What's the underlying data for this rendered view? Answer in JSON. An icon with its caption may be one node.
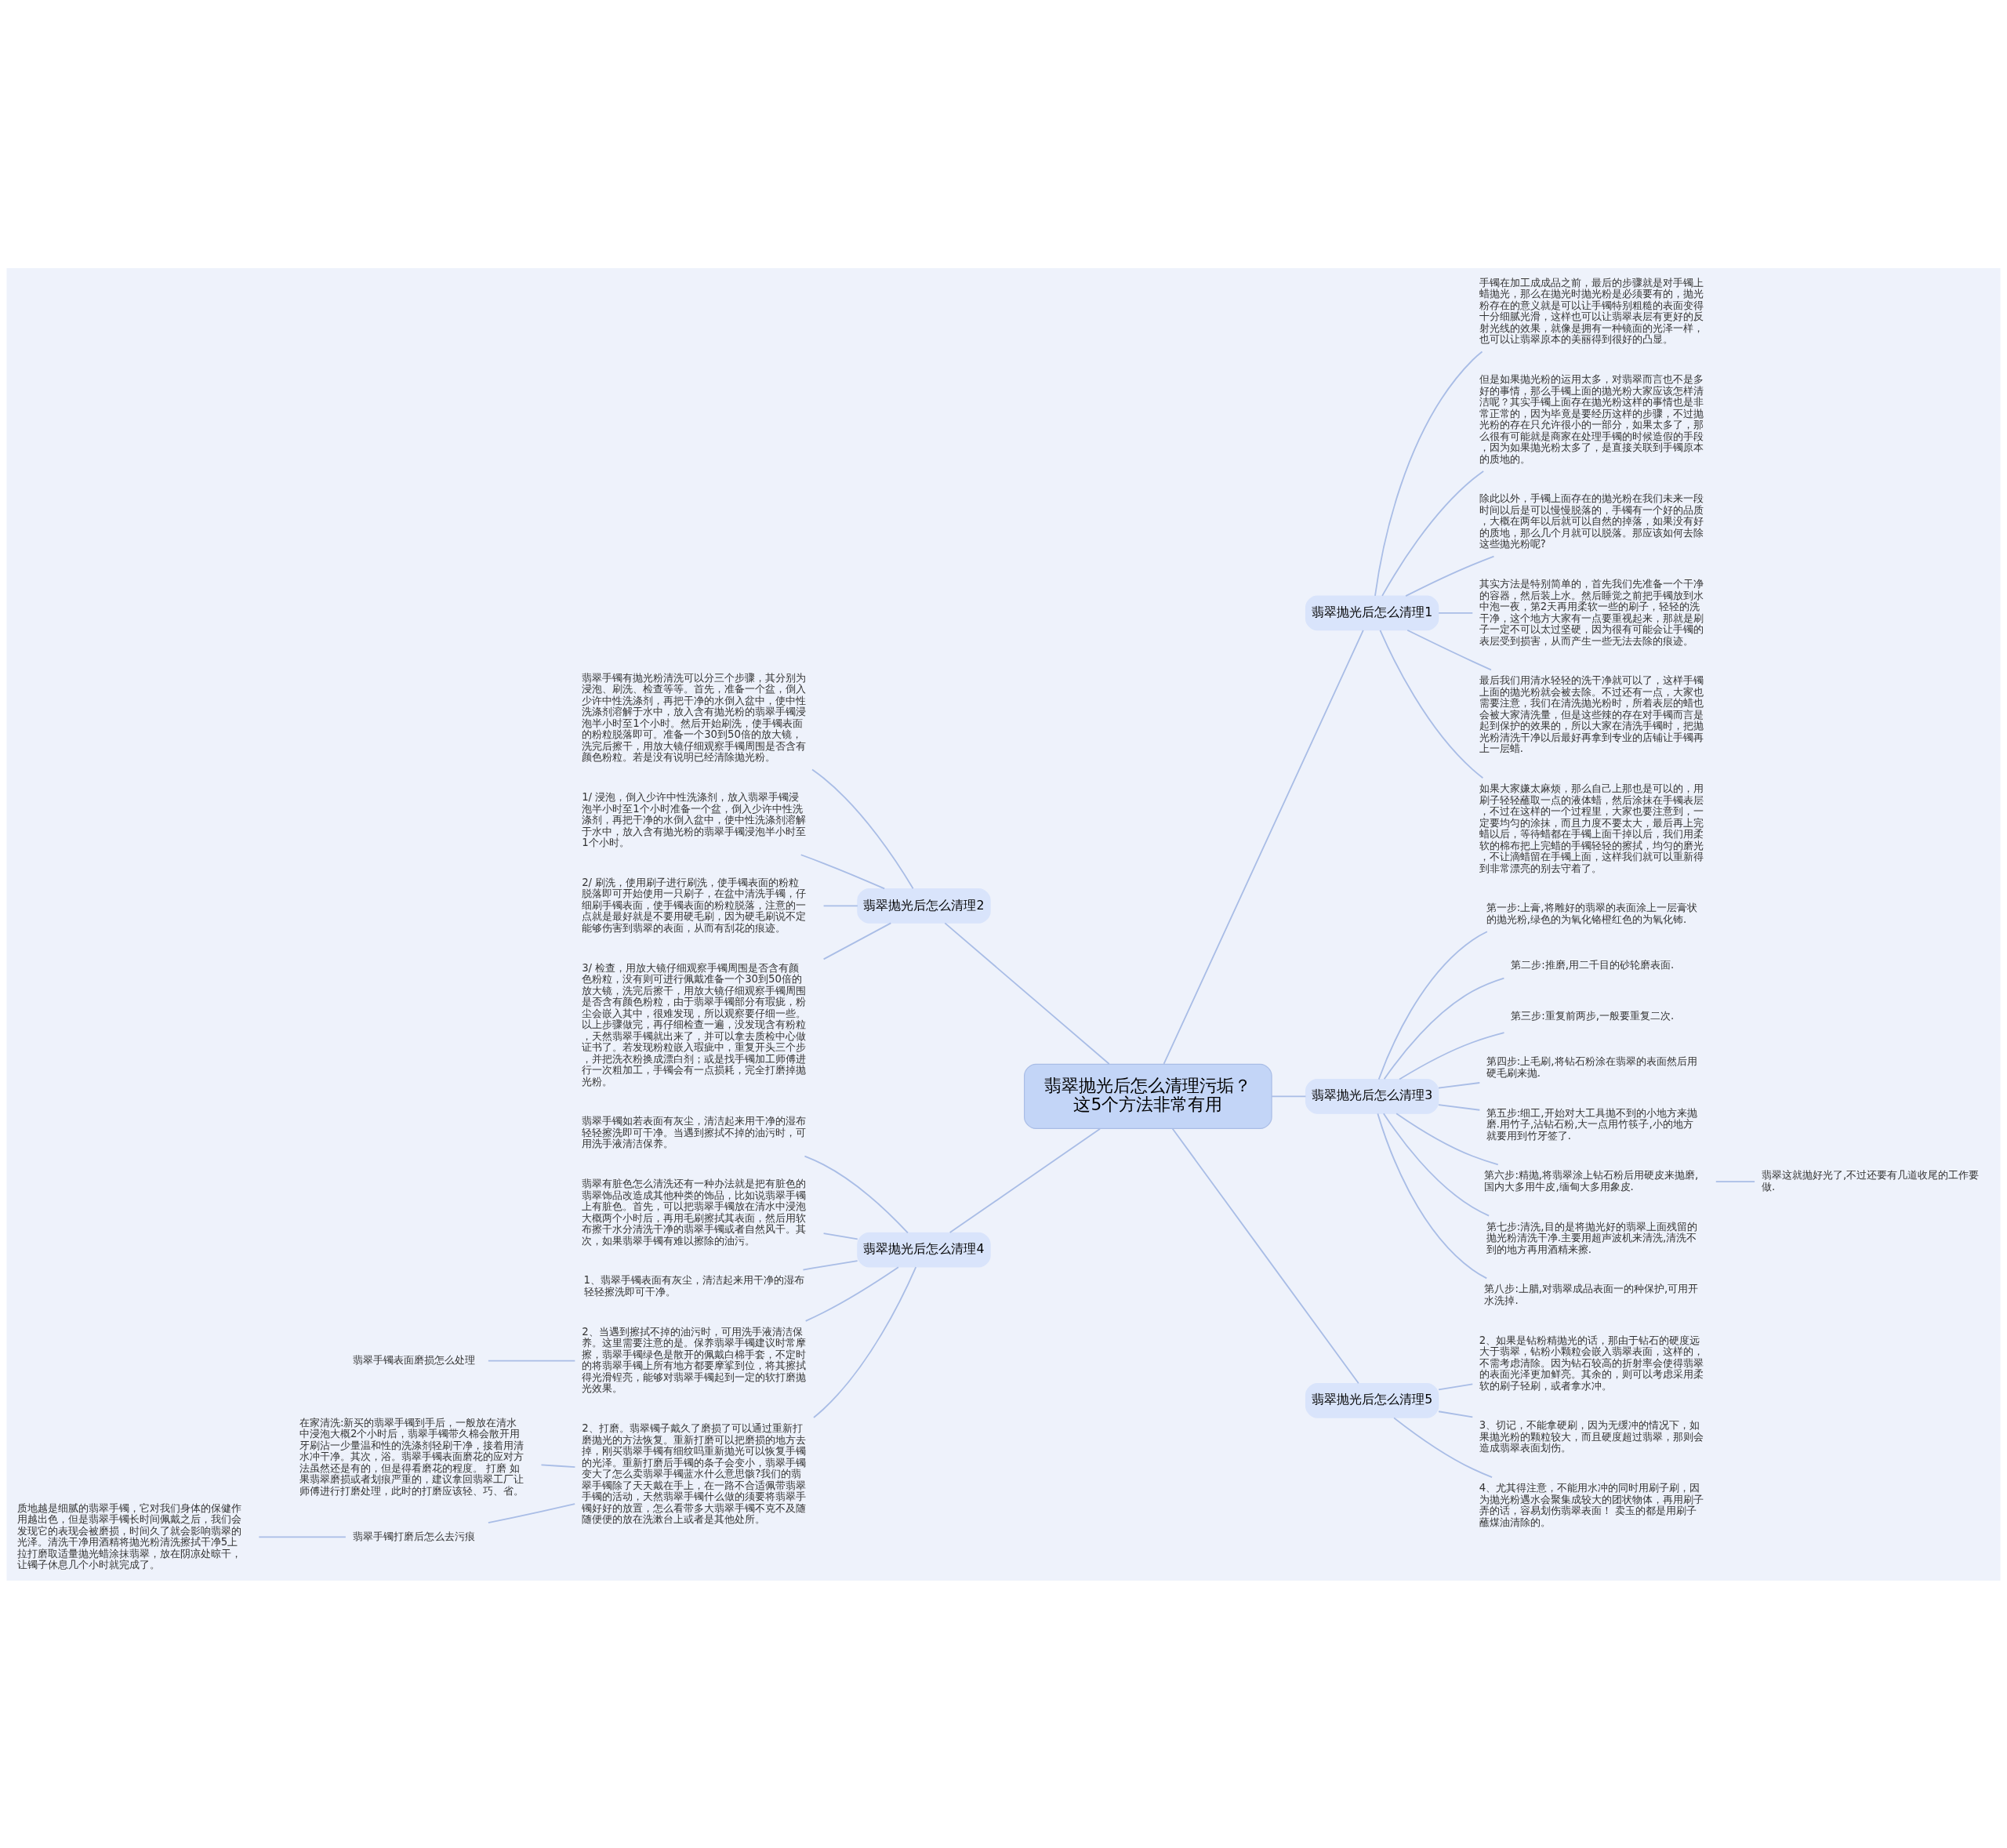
{
  "diagram": {
    "nodes": [
      {
        "text": [
          "翡翠抛光后怎么清理污垢？这5个方法非常有用"
        ]
      },
      {
        "text": [
          "翡翠抛光后怎么清理1"
        ]
      },
      {
        "text": [
          "手镯在加工成成品之前，最后的步骤就是对手镯上蜡抛光，那么在抛光时抛光粉是必须要有的，抛光粉存在的意义就是可以让手镯特别粗糙的表面变得十分细腻光滑，这样也可以让翡翠表层有更好的反射光线的效果，就像是拥有一种镜面的光泽一样，也可以让翡翠原本的美丽得到很好的凸显。"
        ]
      },
      {
        "text": [
          "但是如果抛光粉的运用太多，对翡翠而言也不是多好的事情，那么手镯上面的抛光粉大家应该怎样清洁呢？其实手镯上面存在抛光粉这样的事情也是非常正常的，因为毕竟是要经历这样的步骤，不过抛光粉的存在只允许很小的一部分，如果太多了，那么很有可能就是商家在处理手镯的时候造假的手段，因为如果抛光粉太多了，是直接关联到手镯原本的质地的。"
        ]
      },
      {
        "text": [
          "除此以外，手镯上面存在的抛光粉在我们未来一段时间以后是可以慢慢脱落的，手镯有一个好的品质，大概在两年以后就可以自然的掉落，如果没有好的质地，那么几个月就可以脱落。那应该如何去除这些抛光粉呢?"
        ]
      },
      {
        "text": [
          "其实方法是特别简单的，首先我们先准备一个干净的容器，然后装上水。然后睡觉之前把手镯放到水中泡一夜，第2天再用柔软一些的刷子，轻轻的洗干净，这个地方大家有一点要重视起来，那就是刷子一定不可以太过坚硬，因为很有可能会让手镯的表层受到损害，从而产生一些无法去除的痕迹。"
        ]
      },
      {
        "text": [
          "最后我们用清水轻轻的洗干净就可以了，这样手镯上面的抛光粉就会被去除。不过还有一点，大家也需要注意，我们在清洗抛光粉时，所着表层的蜡也会被大家清洗量，但是这些辣的存在对手镯而言是起到保护的效果的，所以大家在清洗手镯时，把抛光粉清洗干净以后最好再拿到专业的店铺让手镯再上一层蜡."
        ]
      },
      {
        "text": [
          "如果大家嫌太麻烦，那么自己上那也是可以的，用刷子轻轻蘸取一点的液体蜡，然后涂抹在手镯表层，不过在这样的一个过程里，大家也要注意到，一定要均匀的涂抹，而且力度不要太大，最后再上完蜡以后，等待蜡都在手镯上面干掉以后，我们用柔软的棉布把上完蜡的手镯轻轻的擦拭，均匀的磨光，不让滴蜡留在手镯上面，这样我们就可以重新得到非常漂亮的别去守着了。"
        ]
      },
      {
        "text": [
          "翡翠抛光后怎么清理3"
        ]
      },
      {
        "text": [
          "第一步:上膏,将雕好的翡翠的表面涂上一层膏状的抛光粉,绿色的为氧化铬橙红色的为氧化钸."
        ]
      },
      {
        "text": [
          "第二步:推磨,用二千目的砂轮磨表面."
        ]
      },
      {
        "text": [
          "第三步:重复前两步,一般要重复二次."
        ]
      },
      {
        "text": [
          "第四步:上毛刷,将钻石粉涂在翡翠的表面然后用硬毛刷来抛."
        ]
      },
      {
        "text": [
          "第五步:细工,开始对大工具抛不到的小地方来抛磨.用竹子,沾钻石粉,大一点用竹筷子,小的地方就要用到竹牙签了."
        ]
      },
      {
        "text": [
          "第六步:精抛,将翡翠涂上钻石粉后用硬皮来抛磨,国内大多用牛皮,缅甸大多用象皮."
        ]
      },
      {
        "text": [
          "第七步:清洗,目的是将抛光好的翡翠上面残留的抛光粉清洗干净.主要用超声波机来清洗,清洗不到的地方再用酒精来擦."
        ]
      },
      {
        "text": [
          "第八步:上腊,对翡翠成品表面一的种保护,可用开水洗掉."
        ]
      },
      {
        "text": [
          "翡翠这就抛好光了,不过还要有几道收尾的工作要做."
        ]
      },
      {
        "text": [
          "翡翠抛光后怎么清理5"
        ]
      },
      {
        "text": [
          "2、如果是钻粉精抛光的话，那由于钻石的硬度远大于翡翠，钻粉小颗粒会嵌入翡翠表面，这样的，不需考虑清除。因为钻石较高的折射率会使得翡翠的表面光泽更加鲜亮。其余的，则可以考虑采用柔软的刷子轻刷，或者拿水冲。"
        ]
      },
      {
        "text": [
          "3、切记，不能拿硬刷，因为无缓冲的情况下，如果抛光粉的颗粒较大，而且硬度超过翡翠，那则会造成翡翠表面划伤。"
        ]
      },
      {
        "text": [
          "4、尤其得注意，不能用水冲的同时用刷子刷，因为抛光粉遇水会聚集成较大的团状物体，再用刷子弄的话，容易划伤翡翠表面！ 卖玉的都是用刷子蘸煤油清除的。"
        ]
      },
      {
        "text": [
          "翡翠抛光后怎么清理2"
        ]
      },
      {
        "text": [
          "翡翠手镯有抛光粉清洗可以分三个步骤，其分别为浸泡、刷洗、检查等等。首先，准备一个盆，倒入少许中性洗涤剂，再把干净的水倒入盆中，使中性洗涤剂溶解于水中，放入含有抛光粉的翡翠手镯浸泡半小时至1个小时。然后开始刷洗，使手镯表面的粉粒脱落即可。准备一个30到50倍的放大镜，洗完后擦干，用放大镜仔细观察手镯周围是否含有颜色粉粒。若是没有说明已经清除抛光粉。"
        ]
      },
      {
        "text": [
          "1/ 浸泡，倒入少许中性洗涤剂，放入翡翠手镯浸泡半小时至1个小时准备一个盆，倒入少许中性洗涤剂，再把干净的水倒入盆中，使中性洗涤剂溶解于水中，放入含有抛光粉的翡翠手镯浸泡半小时至1个小时。"
        ]
      },
      {
        "text": [
          "2/ 刷洗，使用刷子进行刷洗，使手镯表面的粉粒脱落即可开始使用一只刷子，在盆中清洗手镯，仔细刷手镯表面，使手镯表面的粉粒脱落，注意的一点就是最好就是不要用硬毛刷，因为硬毛刷说不定能够伤害到翡翠的表面，从而有刮花的痕迹。"
        ]
      },
      {
        "text": [
          "3/ 检查，用放大镜仔细观察手镯周围是否含有颜色粉粒，没有则可进行佩戴准备一个30到50倍的放大镜，洗完后擦干，用放大镜仔细观察手镯周围是否含有颜色粉粒，由于翡翠手镯部分有瑕疵，粉尘会嵌入其中，很难发现，所以观察要仔细一些。以上步骤做完，再仔细检查一遍，没发现含有粉粒，天然翡翠手镯就出来了，并可以拿去质检中心做证书了。若发现粉粒嵌入瑕疵中，重复开头三个步，并把洗衣粉换成漂白剂；或是找手镯加工师傅进行一次粗加工，手镯会有一点损耗，完全打磨掉抛光粉。"
        ]
      },
      {
        "text": [
          "翡翠抛光后怎么清理4"
        ]
      },
      {
        "text": [
          "翡翠手镯如若表面有灰尘，清洁起来用干净的湿布轻轻擦洗即可干净。当遇到擦拭不掉的油污时，可用洗手液清洁保养。"
        ]
      },
      {
        "text": [
          "翡翠有脏色怎么清洗还有一种办法就是把有脏色的翡翠饰品改造成其他种类的饰品，比如说翡翠手镯上有脏色。首先，可以把翡翠手镯放在清水中浸泡大概两个小时后，再用毛刷擦拭其表面，然后用软布擦干水分清洗干净的翡翠手镯或者自然风干。其次，如果翡翠手镯有难以擦除的油污。"
        ]
      },
      {
        "text": [
          "1、翡翠手镯表面有灰尘，清洁起来用干净的湿布轻轻擦洗即可干净。"
        ]
      },
      {
        "text": [
          "2、当遇到擦拭不掉的油污时，可用洗手液清洁保养。这里需要注意的是。保养翡翠手镯建议时常摩擦，翡翠手镯绿色是散开的佩戴白棉手套，不定时的将翡翠手镯上所有地方都要摩挲到位，将其擦拭得光滑锃亮，能够对翡翠手镯起到一定的软打磨抛光效果。"
        ]
      },
      {
        "text": [
          "翡翠手镯表面磨损怎么处理"
        ]
      },
      {
        "text": [
          "2、打磨。翡翠镯子戴久了磨损了可以通过重新打磨抛光的方法恢复。重新打磨可以把磨损的地方去掉，刚买翡翠手镯有细纹吗重新抛光可以恢复手镯的光泽。重新打磨后手镯的条子会变小，翡翠手镯变大了怎么卖翡翠手镯蓝水什么意思骸?我们的翡翠手镯除了天天戴在手上，在一路不合适佩带翡翠手镯的活动，天然翡翠手镯什么做的须要将翡翠手镯好好的放置，怎么看带多大翡翠手镯不克不及随随便便的放在洗漱台上或者是其他处所。"
        ]
      },
      {
        "text": [
          "在家清洗:新买的翡翠手镯到手后，一般放在清水中浸泡大概2个小时后，翡翠手镯带久棉会散开用牙刷沾一少量温和性的洗涤剂轻刷干净，接着用清水冲干净。其次，浴。翡翠手镯表面磨花的应对方法虽然还是有的，但是得看磨花的程度。 打磨 如果翡翠磨损或者划痕严重的，建议拿回翡翠工厂让师傅进行打磨处理，此时的打磨应该轻、巧、省。"
        ]
      },
      {
        "text": [
          "翡翠手镯打磨后怎么去污痕"
        ]
      },
      {
        "text": [
          "质地越是细腻的翡翠手镯，它对我们身体的保健作用越出色，但是翡翠手镯长时间佩戴之后，我们会发现它的表现会被磨损，时间久了就会影响翡翠的光泽。清洗干净用酒精将抛光粉清洗擦拭干净5上拉打磨取适量抛光蜡涂抹翡翠，放在阴凉处晾干，让镯子休息几个小时就完成了。"
        ]
      }
    ],
    "edges": [
      {
        "from": 0,
        "to": 1,
        "arrow": "none"
      },
      {
        "from": 1,
        "to": 2,
        "arrow": "none"
      },
      {
        "from": 1,
        "to": 3,
        "arrow": "none"
      },
      {
        "from": 1,
        "to": 4,
        "arrow": "none"
      },
      {
        "from": 1,
        "to": 5,
        "arrow": "none"
      },
      {
        "from": 1,
        "to": 6,
        "arrow": "none"
      },
      {
        "from": 1,
        "to": 7,
        "arrow": "none"
      },
      {
        "from": 0,
        "to": 8,
        "arrow": "none"
      },
      {
        "from": 8,
        "to": 9,
        "arrow": "none"
      },
      {
        "from": 8,
        "to": 10,
        "arrow": "none"
      },
      {
        "from": 8,
        "to": 11,
        "arrow": "none"
      },
      {
        "from": 8,
        "to": 12,
        "arrow": "none"
      },
      {
        "from": 8,
        "to": 13,
        "arrow": "none"
      },
      {
        "from": 8,
        "to": 14,
        "arrow": "none"
      },
      {
        "from": 8,
        "to": 15,
        "arrow": "none"
      },
      {
        "from": 8,
        "to": 16,
        "arrow": "none"
      },
      {
        "from": 14,
        "to": 17,
        "arrow": "none"
      },
      {
        "from": 0,
        "to": 18,
        "arrow": "none"
      },
      {
        "from": 18,
        "to": 19,
        "arrow": "none"
      },
      {
        "from": 18,
        "to": 20,
        "arrow": "none"
      },
      {
        "from": 18,
        "to": 21,
        "arrow": "none"
      },
      {
        "from": 0,
        "to": 22,
        "arrow": "none"
      },
      {
        "from": 22,
        "to": 23,
        "arrow": "none"
      },
      {
        "from": 22,
        "to": 24,
        "arrow": "none"
      },
      {
        "from": 22,
        "to": 25,
        "arrow": "none"
      },
      {
        "from": 22,
        "to": 26,
        "arrow": "none"
      },
      {
        "from": 0,
        "to": 27,
        "arrow": "none"
      },
      {
        "from": 27,
        "to": 28,
        "arrow": "none"
      },
      {
        "from": 27,
        "to": 29,
        "arrow": "none"
      },
      {
        "from": 27,
        "to": 30,
        "arrow": "none"
      },
      {
        "from": 27,
        "to": 31,
        "arrow": "none"
      },
      {
        "from": 27,
        "to": 33,
        "arrow": "none"
      },
      {
        "from": 31,
        "to": 32,
        "arrow": "none"
      },
      {
        "from": 33,
        "to": 34,
        "arrow": "none"
      },
      {
        "from": 33,
        "to": 35,
        "arrow": "none"
      },
      {
        "from": 35,
        "to": 36,
        "arrow": "none"
      }
    ]
  }
}
